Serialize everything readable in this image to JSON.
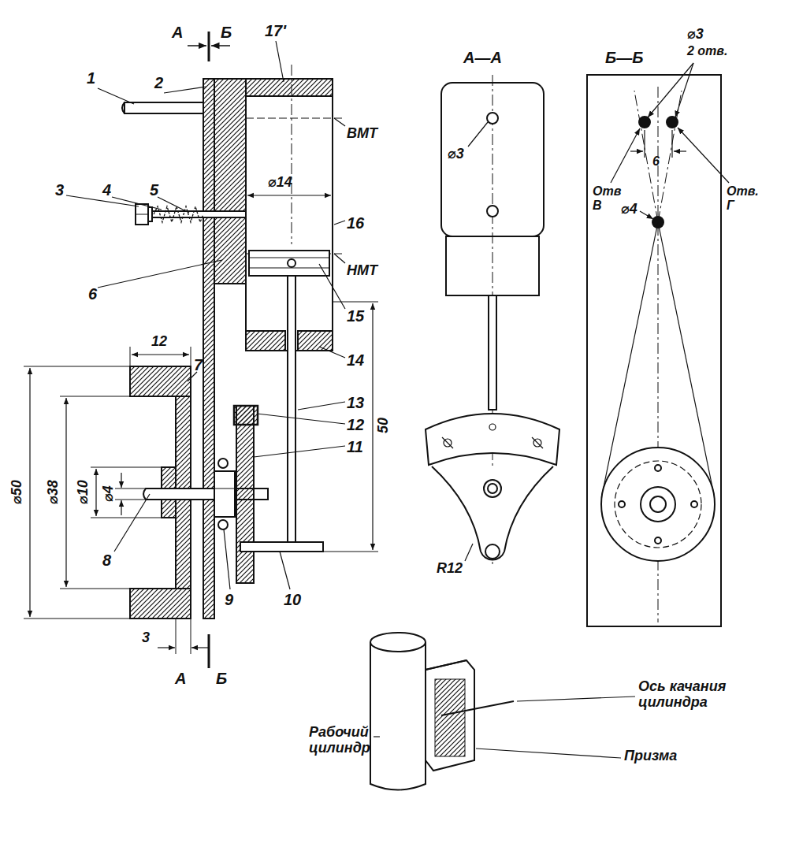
{
  "diagram": {
    "labels": [
      "А",
      "Б",
      "1",
      "2",
      "17'",
      "ВМТ",
      "3",
      "4",
      "5",
      "⌀14",
      "16",
      "НМТ",
      "6",
      "15",
      "12",
      "7",
      "14",
      "13",
      "12",
      "11",
      "50",
      "⌀50",
      "⌀38",
      "⌀10",
      "⌀4",
      "8",
      "9",
      "10",
      "3",
      "А",
      "Б",
      "А—А",
      "⌀3",
      "R12",
      "Б—Б",
      "⌀3",
      "2 отв.",
      "Отв В",
      "Отв. Г",
      "6",
      "⌀4",
      "Ось качания цилиндра",
      "Рабочий цилиндр",
      "Призма"
    ]
  }
}
